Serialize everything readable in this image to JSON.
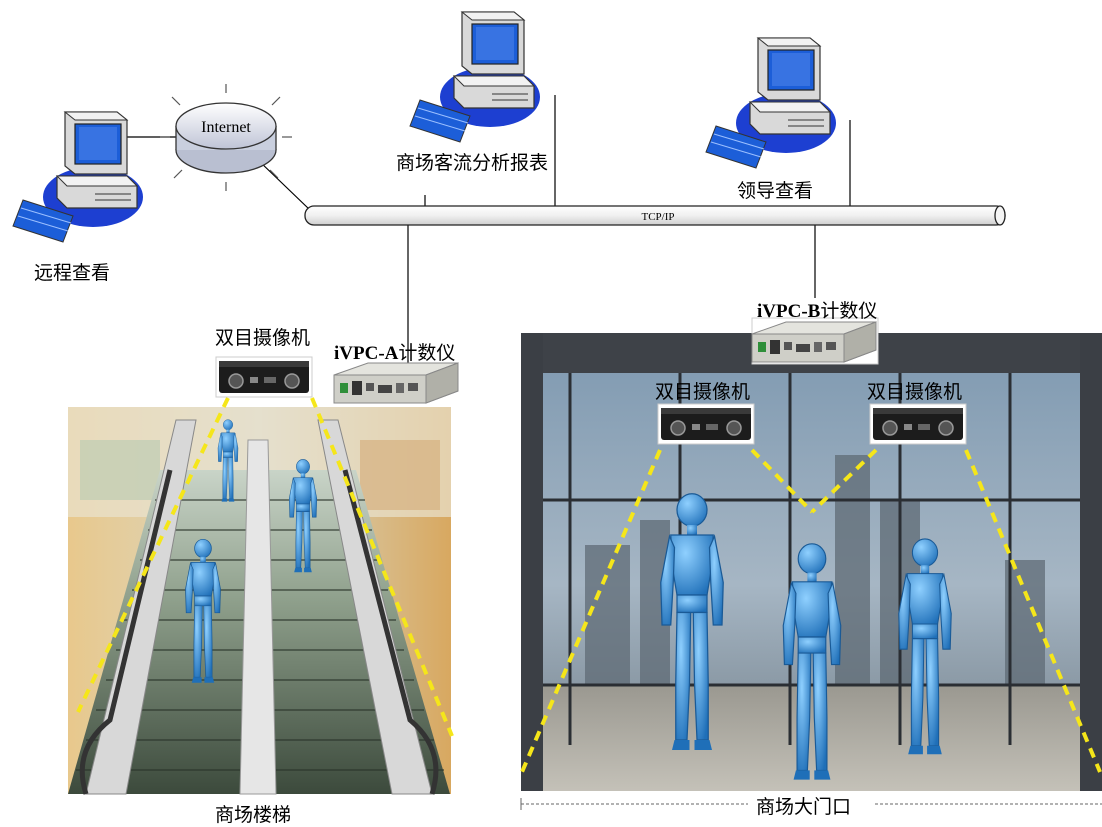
{
  "network": {
    "internet_label": "Internet",
    "bus_label": "TCP/IP"
  },
  "computers": {
    "remote_label": "远程查看",
    "report_label": "商场客流分析报表",
    "leader_label": "领导查看"
  },
  "escalator_site": {
    "camera_label": "双目摄像机",
    "counter_brand": "iVPC-A",
    "counter_suffix": "计数仪",
    "caption": "商场楼梯"
  },
  "entrance_site": {
    "counter_brand": "iVPC-B",
    "counter_suffix": "计数仪",
    "camera_left_label": "双目摄像机",
    "camera_right_label": "双目摄像机",
    "caption": "商场大门口"
  },
  "colors": {
    "field_of_view": "#f5e61a",
    "figure_blue": "#3a8fd0",
    "monitor_blue": "#1b5fd6",
    "device_dark": "#1c1c1c"
  }
}
